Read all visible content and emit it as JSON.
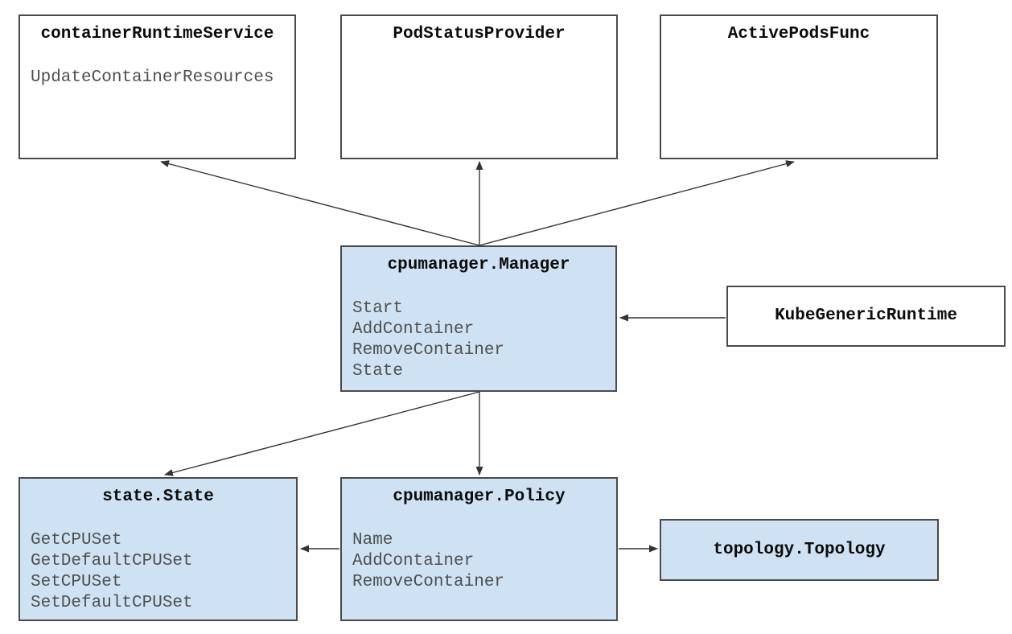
{
  "diagram": {
    "nodes": [
      {
        "id": "container-runtime-service",
        "title": "containerRuntimeService",
        "methods": [
          "UpdateContainerResources"
        ],
        "fill": "#ffffff"
      },
      {
        "id": "pod-status-provider",
        "title": "PodStatusProvider",
        "methods": [],
        "fill": "#ffffff"
      },
      {
        "id": "active-pods-func",
        "title": "ActivePodsFunc",
        "methods": [],
        "fill": "#ffffff"
      },
      {
        "id": "cpumanager-manager",
        "title": "cpumanager.Manager",
        "methods": [
          "Start",
          "AddContainer",
          "RemoveContainer",
          "State"
        ],
        "fill": "#cfe2f3"
      },
      {
        "id": "kube-generic-runtime",
        "title": "KubeGenericRuntime",
        "methods": [],
        "fill": "#ffffff"
      },
      {
        "id": "state-state",
        "title": "state.State",
        "methods": [
          "GetCPUSet",
          "GetDefaultCPUSet",
          "SetCPUSet",
          "SetDefaultCPUSet"
        ],
        "fill": "#cfe2f3"
      },
      {
        "id": "cpumanager-policy",
        "title": "cpumanager.Policy",
        "methods": [
          "Name",
          "AddContainer",
          "RemoveContainer"
        ],
        "fill": "#cfe2f3"
      },
      {
        "id": "topology-topology",
        "title": "topology.Topology",
        "methods": [],
        "fill": "#cfe2f3"
      }
    ],
    "edges": [
      {
        "from": "cpumanager-manager",
        "to": "container-runtime-service"
      },
      {
        "from": "cpumanager-manager",
        "to": "pod-status-provider"
      },
      {
        "from": "cpumanager-manager",
        "to": "active-pods-func"
      },
      {
        "from": "cpumanager-manager",
        "to": "state-state"
      },
      {
        "from": "cpumanager-manager",
        "to": "cpumanager-policy"
      },
      {
        "from": "cpumanager-policy",
        "to": "state-state"
      },
      {
        "from": "cpumanager-policy",
        "to": "topology-topology"
      },
      {
        "from": "kube-generic-runtime",
        "to": "cpumanager-manager"
      }
    ],
    "colors": {
      "highlight_fill": "#cfe2f3",
      "default_fill": "#ffffff",
      "border": "#4a4a4a",
      "arrow": "#333333",
      "title_text": "#0b0b0b",
      "method_text": "#4f4f4f"
    }
  }
}
